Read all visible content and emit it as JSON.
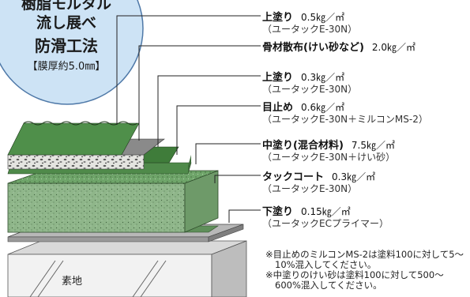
{
  "title": {
    "line1": "樹脂モルタル",
    "line2": "流し展べ",
    "line3": "防滑工法",
    "thickness": "【膜厚約5.0㎜】"
  },
  "layers": [
    {
      "name": "上塗り",
      "amount": "0.5㎏／㎡",
      "detail": "（ユータックE-30N）"
    },
    {
      "name": "骨材散布(けい砂など)",
      "amount": "2.0㎏／㎡",
      "detail": ""
    },
    {
      "name": "上塗り",
      "amount": "0.3㎏／㎡",
      "detail": "（ユータックE-30N）"
    },
    {
      "name": "目止め",
      "amount": "0.6㎏／㎡",
      "detail": "（ユータックE-30N＋ミルコンMS-2）"
    },
    {
      "name": "中塗り(混合材料)",
      "amount": "7.5㎏／㎡",
      "detail": "（ユータックE-30N＋けい砂）"
    },
    {
      "name": "タックコート",
      "amount": "0.3㎏／㎡",
      "detail": "（ユータックE-30N）"
    },
    {
      "name": "下塗り",
      "amount": "0.15㎏／㎡",
      "detail": "（ユータックECプライマー）"
    }
  ],
  "substrate_label": "素地",
  "notes": [
    "※目止めのミルコンMS-2は塗料100に対して5～10%混入してください。",
    "※中塗りのけい砂は塗料100に対して500～600%混入してください。"
  ]
}
